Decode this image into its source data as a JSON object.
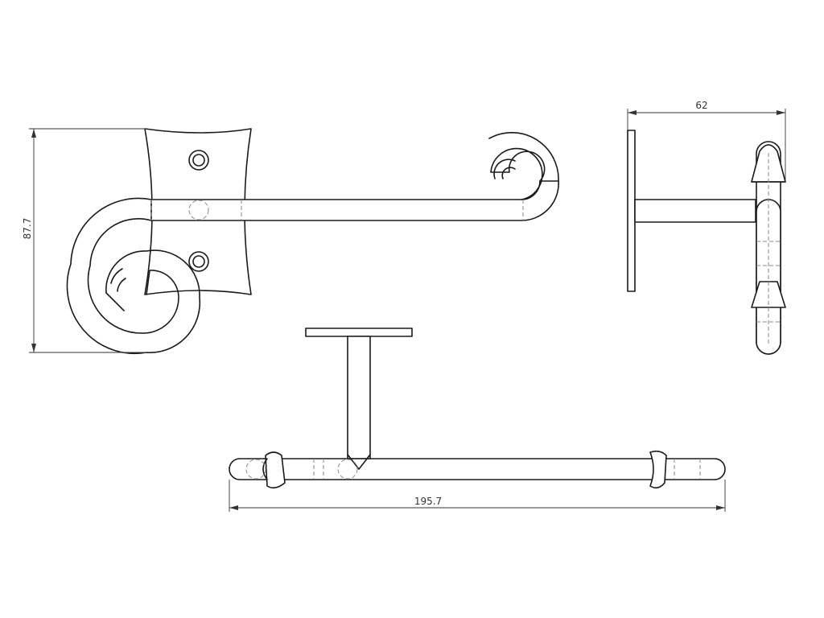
{
  "drawing": {
    "dimensions": {
      "height": "87.7",
      "width": "195.7",
      "depth": "62"
    }
  }
}
